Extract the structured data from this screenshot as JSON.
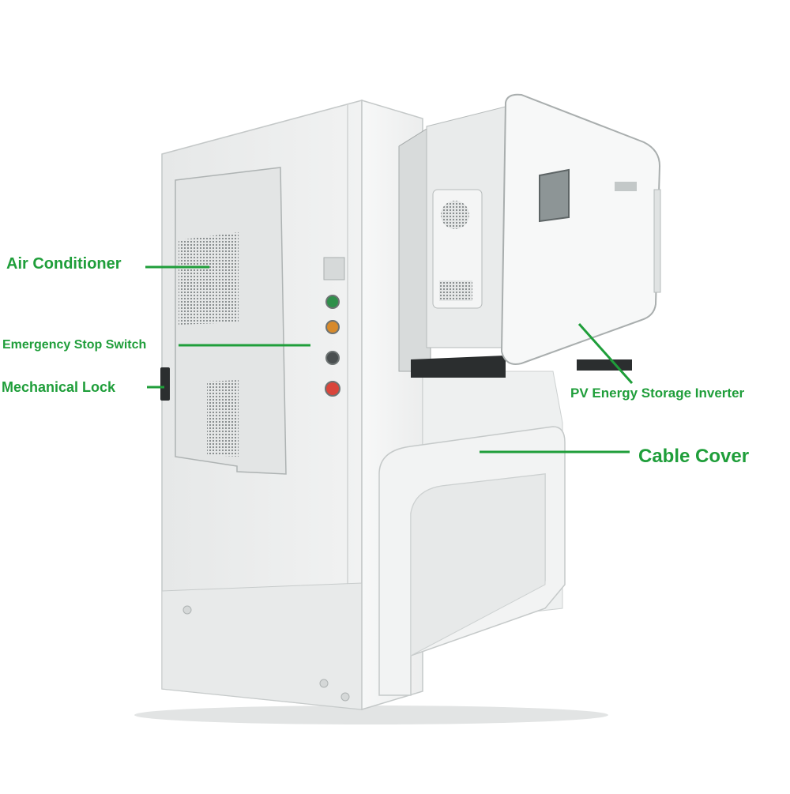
{
  "labels": {
    "air_conditioner": "Air Conditioner",
    "emergency_stop": "Emergency Stop Switch",
    "mechanical_lock": "Mechanical Lock",
    "pv_inverter": "PV Energy Storage Inverter",
    "cable_cover": "Cable Cover"
  },
  "colors": {
    "callout": "#1f9e3a",
    "cabinet": "#eceeee",
    "cabinet_side": "#f5f6f6",
    "shadow": "#c9cdcd"
  }
}
